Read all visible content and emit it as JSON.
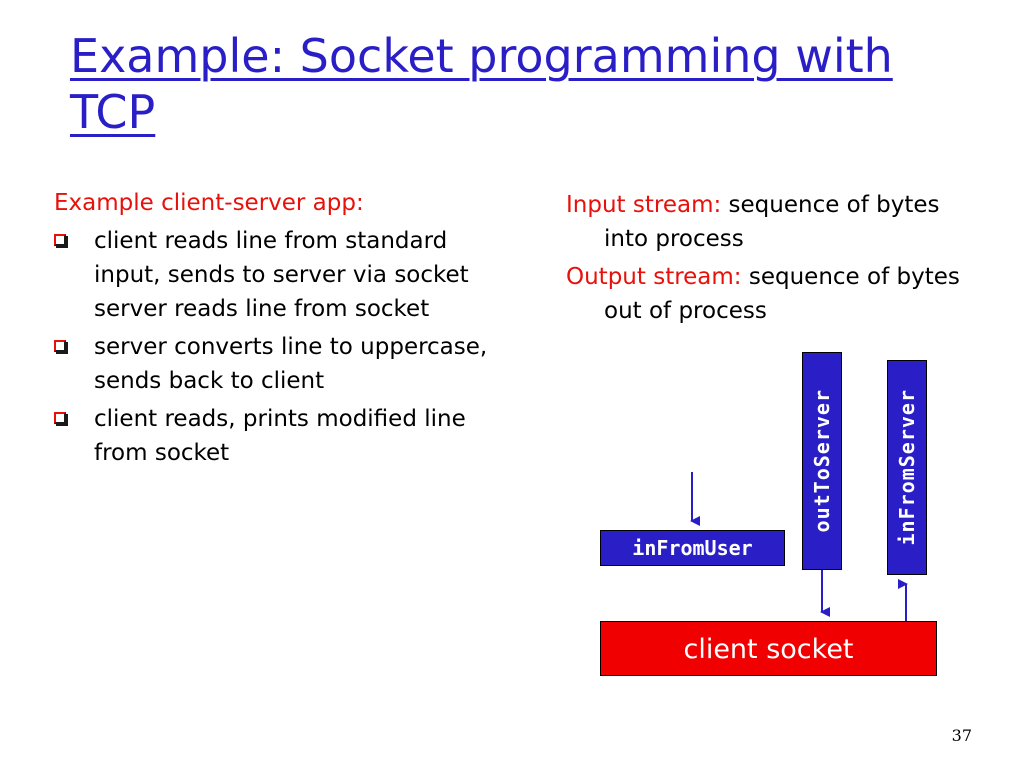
{
  "title": "Example: Socket programming with TCP",
  "left": {
    "intro": "Example client-server app:",
    "bullets": [
      "client reads line from standard input, sends to server via socket server reads line from socket",
      "server converts line to uppercase, sends back to client",
      "client reads, prints  modified line from socket"
    ]
  },
  "right": {
    "input_label": "Input stream:",
    "input_text": " sequence of bytes into process",
    "output_label": "Output stream:",
    "output_text": " sequence of bytes out of process"
  },
  "diagram": {
    "in_from_user": "inFromUser",
    "out_to_server": "outToServer",
    "in_from_server": "inFromServer",
    "client_socket": "client socket"
  },
  "page_number": "37",
  "colors": {
    "title_blue": "#2a1fc7",
    "accent_red": "#e8100a",
    "socket_red": "#f00000"
  }
}
